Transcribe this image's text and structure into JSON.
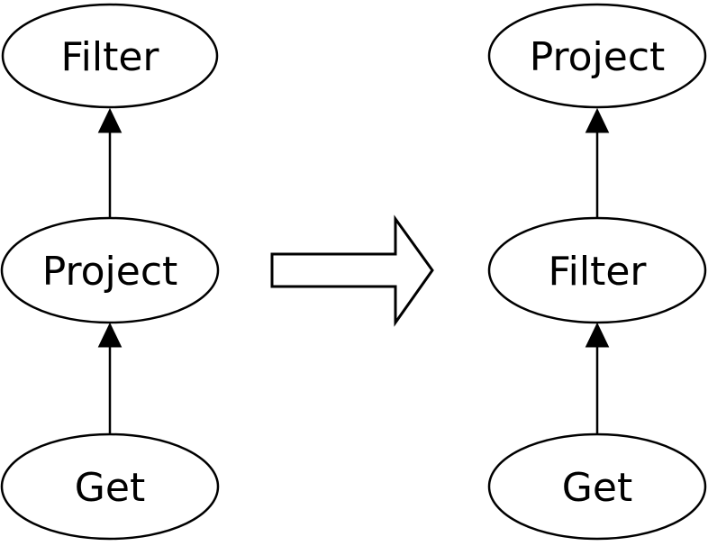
{
  "diagram": {
    "background_color": "#ffffff",
    "line_color": "#000000",
    "node_fill_color": "#ffffff",
    "left_plan": {
      "nodes": [
        {
          "label": "Filter"
        },
        {
          "label": "Project"
        },
        {
          "label": "Get"
        }
      ]
    },
    "right_plan": {
      "nodes": [
        {
          "label": "Project"
        },
        {
          "label": "Filter"
        },
        {
          "label": "Get"
        }
      ]
    }
  }
}
